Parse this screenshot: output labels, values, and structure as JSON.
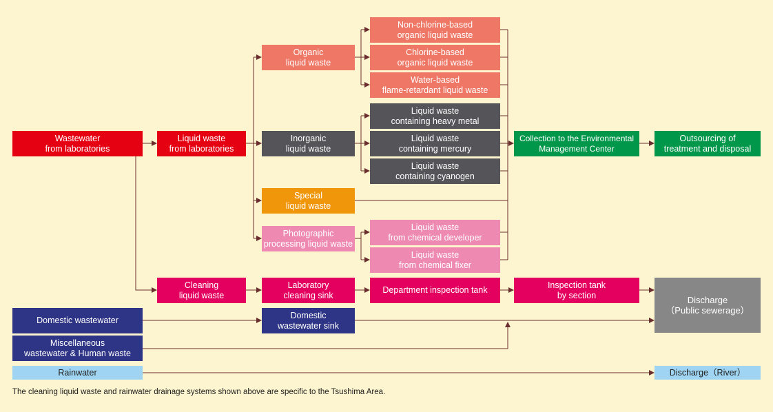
{
  "boxes": {
    "wastewater_labs": "Wastewater\nfrom laboratories",
    "liquid_waste_labs": "Liquid waste\nfrom laboratories",
    "organic": "Organic\nliquid waste",
    "inorganic": "Inorganic\nliquid waste",
    "special": "Special\nliquid waste",
    "photographic": "Photographic\nprocessing liquid waste",
    "non_chlorine": "Non-chlorine-based\norganic liquid waste",
    "chlorine": "Chlorine-based\norganic liquid waste",
    "water_based": "Water-based\nflame-retardant liquid waste",
    "heavy_metal": "Liquid waste\ncontaining heavy metal",
    "mercury": "Liquid waste\ncontaining mercury",
    "cyanogen": "Liquid waste\ncontaining cyanogen",
    "developer": "Liquid waste\nfrom chemical developer",
    "fixer": "Liquid waste\nfrom chemical fixer",
    "collection": "Collection to the Environmental\nManagement Center",
    "outsourcing": "Outsourcing of\ntreatment and  disposal",
    "cleaning": "Cleaning\nliquid waste",
    "lab_sink": "Laboratory\ncleaning sink",
    "dept_tank": "Department inspection tank",
    "section_tank": "Inspection tank\nby section",
    "discharge_sewer": "Discharge\n（Public sewerage）",
    "domestic": "Domestic wastewater",
    "domestic_sink": "Domestic\nwastewater sink",
    "misc": "Miscellaneous\nwastewater & Human waste",
    "rainwater": "Rainwater",
    "discharge_river": "Discharge（River）"
  },
  "note": "The cleaning liquid waste and rainwater drainage systems shown above are specific to the Tsushima Area.",
  "colors": {
    "red": "#e50012",
    "salmon": "#ee7766",
    "dark_gray": "#555459",
    "orange": "#f0960a",
    "pink": "#ee8ab2",
    "crimson": "#e3005f",
    "navy": "#2f3586",
    "green": "#00974a",
    "gray": "#878787",
    "sky": "#9fd5f2",
    "connector": "#6b2e2e",
    "background": "#fdf5cf"
  }
}
